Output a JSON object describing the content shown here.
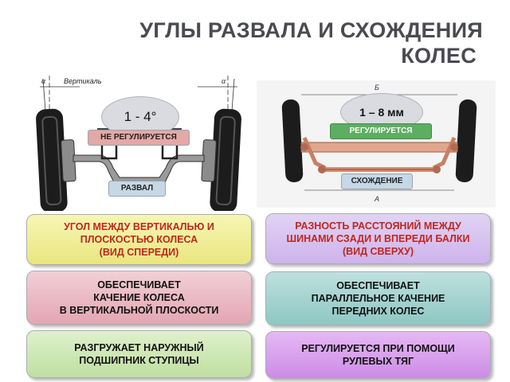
{
  "title": {
    "line1": "УГЛЫ РАЗВАЛА И СХОЖДЕНИЯ",
    "line2": "КОЛЕС"
  },
  "camber_diagram": {
    "label_vertical": "Вертикаль",
    "label_alpha_left": "α",
    "label_alpha_right": "α",
    "value": "1 - 4°",
    "status": "НЕ РЕГУЛИРУЕТСЯ",
    "name": "РАЗВАЛ"
  },
  "toe_diagram": {
    "label_b": "Б",
    "label_a": "А",
    "value": "1 – 8 мм",
    "status": "РЕГУЛИРУЕТСЯ",
    "name": "СХОЖДЕНИЕ"
  },
  "boxes": {
    "camber_definition": "УГОЛ МЕЖДУ ВЕРТИКАЛЬЮ И\nПЛОСКОСТЬЮ КОЛЕСА\n(ВИД СПЕРЕДИ)",
    "toe_definition": "РАЗНОСТЬ РАССТОЯНИЙ МЕЖДУ\nШИНАМИ СЗАДИ И ВПЕРЕДИ БАЛКИ\n(ВИД СВЕРХУ)",
    "camber_purpose": "ОБЕСПЕЧИВАЕТ\nКАЧЕНИЕ КОЛЕСА\nВ ВЕРТИКАЛЬНОЙ ПЛОСКОСТИ",
    "toe_purpose": "ОБЕСПЕЧИВАЕТ\nПАРАЛЛЕЛЬНОЕ КАЧЕНИЕ\nПЕРЕДНИХ КОЛЕС",
    "camber_effect": "РАЗГРУЖАЕТ НАРУЖНЫЙ\nПОДШИПНИК СТУПИЦЫ",
    "toe_adjustment": "РЕГУЛИРУЕТСЯ ПРИ ПОМОЩИ\nРУЛЕВЫХ ТЯГ"
  },
  "colors": {
    "title": "#4a4a52",
    "definition_text": "#c0261e",
    "wheel": "#1a1a1a",
    "toe_linkage": "#e0a78e"
  }
}
